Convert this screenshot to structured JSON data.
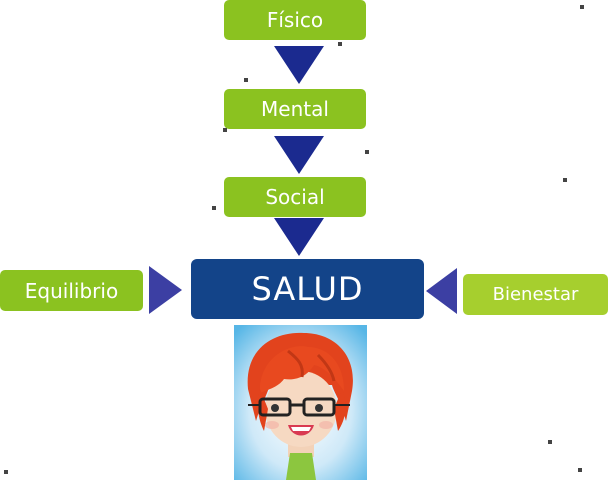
{
  "nodes": {
    "fisico": "Físico",
    "mental": "Mental",
    "social": "Social",
    "salud": "SALUD",
    "equilibrio": "Equilibrio",
    "bienestar": "Bienestar"
  },
  "colors": {
    "green": "#8bc220",
    "green_light": "#a6cf2e",
    "navy": "#134489",
    "arrow_down": "#1b2a8f",
    "arrow_side": "#3c3fa3"
  },
  "illustration": {
    "subject": "cartoon woman portrait"
  }
}
